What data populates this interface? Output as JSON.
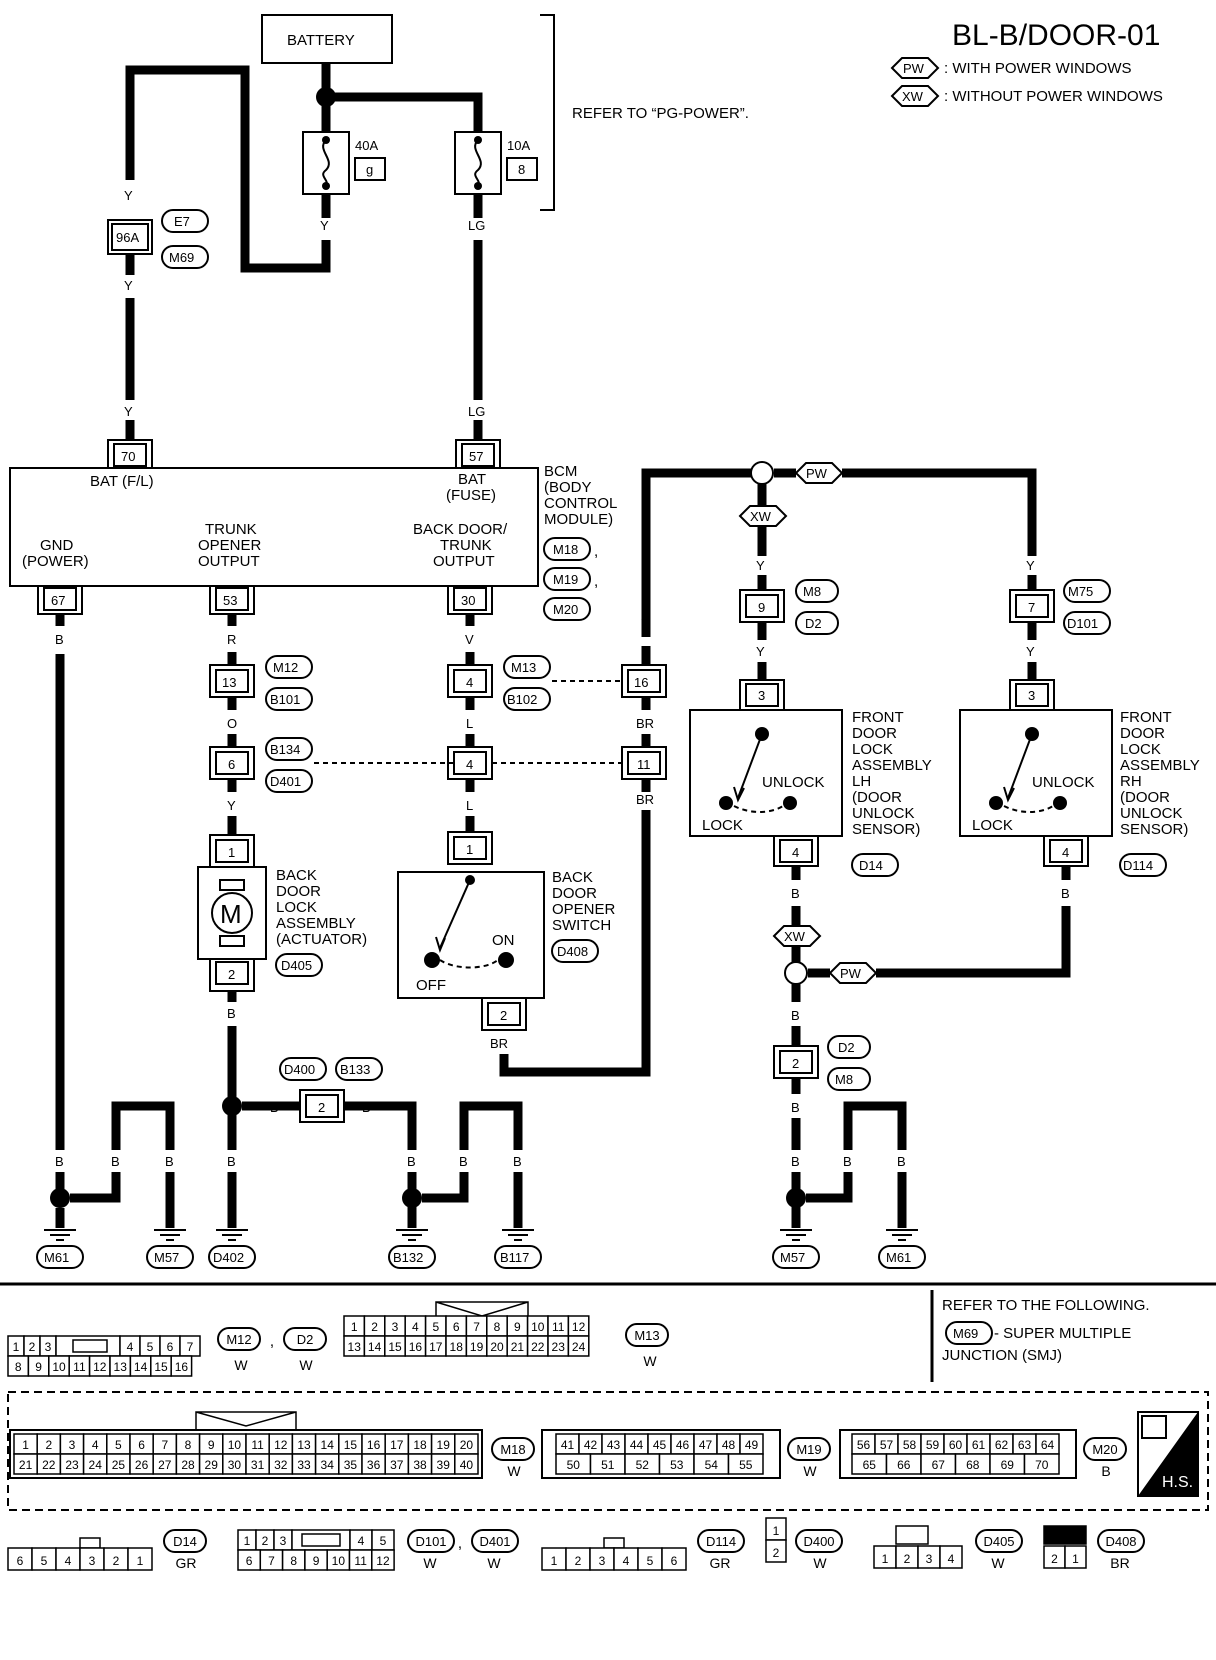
{
  "title": "BL-B/DOOR-01",
  "legend": [
    {
      "code": "PW",
      "text": ": WITH POWER WINDOWS"
    },
    {
      "code": "XW",
      "text": ": WITHOUT POWER WINDOWS"
    }
  ],
  "refer_power": "REFER TO “PG-POWER”.",
  "battery": "BATTERY",
  "fuses": [
    {
      "amp": "40A",
      "id": "g"
    },
    {
      "amp": "10A",
      "id": "8"
    }
  ],
  "wires": {
    "Y": "Y",
    "LG": "LG",
    "R": "R",
    "O": "O",
    "V": "V",
    "L": "L",
    "B": "B",
    "BR": "BR"
  },
  "junction": {
    "pin": "96A",
    "conn1": "E7",
    "conn2": "M69"
  },
  "bcm": {
    "name": [
      "BCM",
      "(BODY",
      "CONTROL",
      "MODULE)"
    ],
    "connectors": [
      "M18",
      "M19",
      "M20"
    ],
    "pins": {
      "bat_fl": "70",
      "bat_fuse": "57",
      "gnd": "67",
      "trunk": "53",
      "backdoor": "30"
    },
    "labels": {
      "bat_fl": [
        "BAT (F/L)"
      ],
      "bat_fuse": [
        "BAT",
        "(FUSE)"
      ],
      "gnd": [
        "GND",
        "(POWER)"
      ],
      "trunk": [
        "TRUNK",
        "OPENER",
        "OUTPUT"
      ],
      "backdoor": [
        "BACK DOOR/",
        "TRUNK",
        "OUTPUT"
      ]
    }
  },
  "inline": {
    "m12": {
      "pin": "13",
      "c1": "M12",
      "c2": "B101"
    },
    "m13": {
      "pin": "4",
      "c1": "M13",
      "c2": "B102"
    },
    "p16": "16",
    "b134": {
      "pin": "6",
      "c1": "B134",
      "c2": "D401"
    },
    "p4b": "4",
    "p11": "11",
    "m8": {
      "pin": "9",
      "c1": "M8",
      "c2": "D2"
    },
    "m75": {
      "pin": "7",
      "c1": "M75",
      "c2": "D101"
    },
    "d2": {
      "pin": "2",
      "c1": "D2",
      "c2": "M8"
    },
    "d400": {
      "pin": "2",
      "c1": "D400",
      "c2": "B133"
    }
  },
  "actuator": {
    "name": [
      "BACK",
      "DOOR",
      "LOCK",
      "ASSEMBLY",
      "(ACTUATOR)"
    ],
    "conn": "D405",
    "pin1": "1",
    "pin2": "2",
    "symbol": "M"
  },
  "opener_switch": {
    "name": [
      "BACK",
      "DOOR",
      "OPENER",
      "SWITCH"
    ],
    "conn": "D408",
    "pin1": "1",
    "pin2": "2",
    "on": "ON",
    "off": "OFF"
  },
  "door_lh": {
    "name": [
      "FRONT",
      "DOOR",
      "LOCK",
      "ASSEMBLY",
      "LH",
      "(DOOR",
      "UNLOCK",
      "SENSOR)"
    ],
    "conn": "D14",
    "pin_top": "3",
    "pin_bot": "4",
    "unlock": "UNLOCK",
    "lock": "LOCK"
  },
  "door_rh": {
    "name": [
      "FRONT",
      "DOOR",
      "LOCK",
      "ASSEMBLY",
      "RH",
      "(DOOR",
      "UNLOCK",
      "SENSOR)"
    ],
    "conn": "D114",
    "pin_top": "3",
    "pin_bot": "4",
    "unlock": "UNLOCK",
    "lock": "LOCK"
  },
  "grounds": [
    "M61",
    "M57",
    "D402",
    "B132",
    "B117",
    "M57",
    "M61"
  ],
  "refer_note": {
    "line1": "REFER TO THE FOLLOWING.",
    "conn": "M69",
    "line2": " - SUPER MULTIPLE",
    "line3": "JUNCTION (SMJ)"
  },
  "connector_views": {
    "m12_row1": [
      "1",
      "2",
      "3",
      "4",
      "5",
      "6",
      "7"
    ],
    "m12_row2": [
      "8",
      "9",
      "10",
      "11",
      "12",
      "13",
      "14",
      "15",
      "16"
    ],
    "m12_codes": [
      "M12",
      "D2"
    ],
    "m12_colors": [
      "W",
      "W"
    ],
    "m13_row1": [
      "1",
      "2",
      "3",
      "4",
      "5",
      "6",
      "7",
      "8",
      "9",
      "10",
      "11",
      "12"
    ],
    "m13_row2": [
      "13",
      "14",
      "15",
      "16",
      "17",
      "18",
      "19",
      "20",
      "21",
      "22",
      "23",
      "24"
    ],
    "m13_code": "M13",
    "m13_color": "W",
    "m18_row1": [
      "1",
      "2",
      "3",
      "4",
      "5",
      "6",
      "7",
      "8",
      "9",
      "10",
      "11",
      "12",
      "13",
      "14",
      "15",
      "16",
      "17",
      "18",
      "19",
      "20"
    ],
    "m18_row2": [
      "21",
      "22",
      "23",
      "24",
      "25",
      "26",
      "27",
      "28",
      "29",
      "30",
      "31",
      "32",
      "33",
      "34",
      "35",
      "36",
      "37",
      "38",
      "39",
      "40"
    ],
    "m18_code": "M18",
    "m18_color": "W",
    "m19_row1": [
      "41",
      "42",
      "43",
      "44",
      "45",
      "46",
      "47",
      "48",
      "49"
    ],
    "m19_row2": [
      "50",
      "51",
      "52",
      "53",
      "54",
      "55"
    ],
    "m19_code": "M19",
    "m19_color": "W",
    "m20_row1": [
      "56",
      "57",
      "58",
      "59",
      "60",
      "61",
      "62",
      "63",
      "64"
    ],
    "m20_row2": [
      "65",
      "66",
      "67",
      "68",
      "69",
      "70"
    ],
    "m20_code": "M20",
    "m20_color": "B",
    "hs": "H.S.",
    "d14_pins": [
      "6",
      "5",
      "4",
      "3",
      "2",
      "1"
    ],
    "d14_code": "D14",
    "d14_color": "GR",
    "d101_row1": [
      "1",
      "2",
      "3",
      "4",
      "5"
    ],
    "d101_row2": [
      "6",
      "7",
      "8",
      "9",
      "10",
      "11",
      "12"
    ],
    "d101_codes": [
      "D101",
      "D401"
    ],
    "d101_colors": [
      "W",
      "W"
    ],
    "d114_pins": [
      "1",
      "2",
      "3",
      "4",
      "5",
      "6"
    ],
    "d114_code": "D114",
    "d114_color": "GR",
    "d400_pins": [
      "1",
      "2"
    ],
    "d400_code": "D400",
    "d400_color": "W",
    "d405_pins": [
      "1",
      "2",
      "3",
      "4"
    ],
    "d405_code": "D405",
    "d405_color": "W",
    "d408_pins": [
      "2",
      "1"
    ],
    "d408_code": "D408",
    "d408_color": "BR"
  }
}
